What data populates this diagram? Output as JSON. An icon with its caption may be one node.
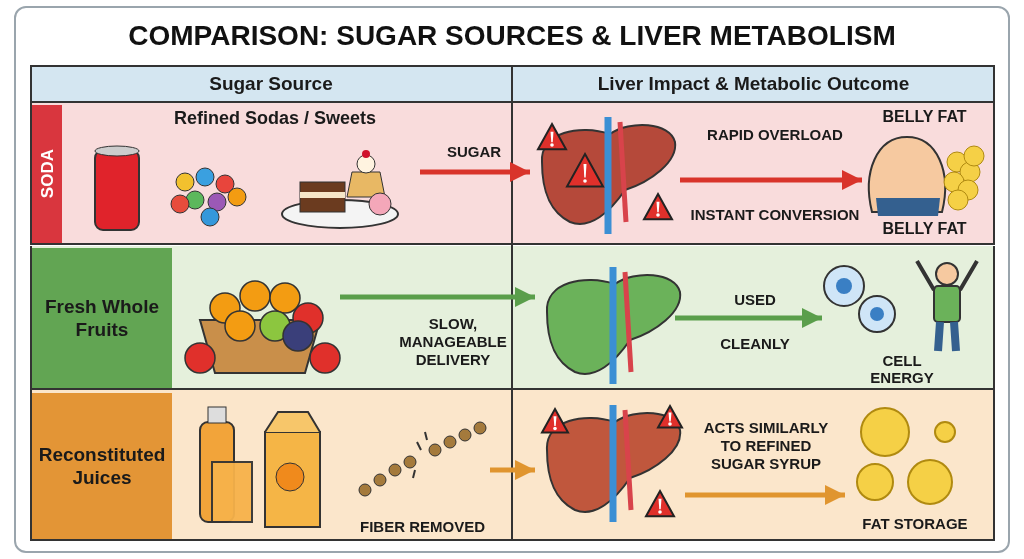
{
  "diagram": {
    "title": "COMPARISON: SUGAR SOURCES & LIVER METABOLISM",
    "nodes": [
      {
        "text": [
          "SODA"
        ]
      },
      {
        "text": [
          "Refined Sodas / Sweets"
        ]
      },
      {
        "text": [],
        "shape": "picture"
      },
      {
        "text": [
          "BELLY FAT"
        ],
        "beside": [
          "BELLY FAT"
        ]
      },
      {
        "text": [
          "Fresh Whole Fruits"
        ]
      },
      {
        "text": [],
        "shape": "picture"
      },
      {
        "text": [],
        "shape": "picture"
      },
      {
        "text": [
          "CELL ENERGY"
        ]
      },
      {
        "text": [
          "Reconstituted Juices"
        ]
      },
      {
        "text": [],
        "shape": "picture"
      },
      {
        "text": [
          "FIBER REMOVED"
        ]
      },
      {
        "text": [],
        "shape": "picture"
      },
      {
        "text": [
          "FAT STORAGE"
        ]
      }
    ],
    "edges": [
      {
        "from": 1,
        "to": 2,
        "arrow": "to",
        "label": "SUGAR",
        "color": "#d9342b"
      },
      {
        "from": 2,
        "to": 3,
        "arrow": "to",
        "label": "RAPID OVERLOAD",
        "color": "#d9342b"
      },
      {
        "from": 5,
        "to": 6,
        "arrow": "to",
        "label": "SLOW, MANAGEABLE DELIVERY",
        "color": "#5a9e4b"
      },
      {
        "from": 6,
        "to": 7,
        "arrow": "to",
        "label": "USED",
        "color": "#5a9e4b"
      },
      {
        "from": 10,
        "to": 11,
        "arrow": "to",
        "color": "#e0952f"
      },
      {
        "from": 11,
        "to": 12,
        "arrow": "to",
        "label": "ACTS SIMILARLY TO REFINED SUGAR SYRUP",
        "color": "#e0952f"
      }
    ],
    "labels": [
      "Sugar Source",
      "Liver Impact & Metabolic Outcome",
      "INSTANT CONVERSION",
      "CLEANLY"
    ]
  }
}
